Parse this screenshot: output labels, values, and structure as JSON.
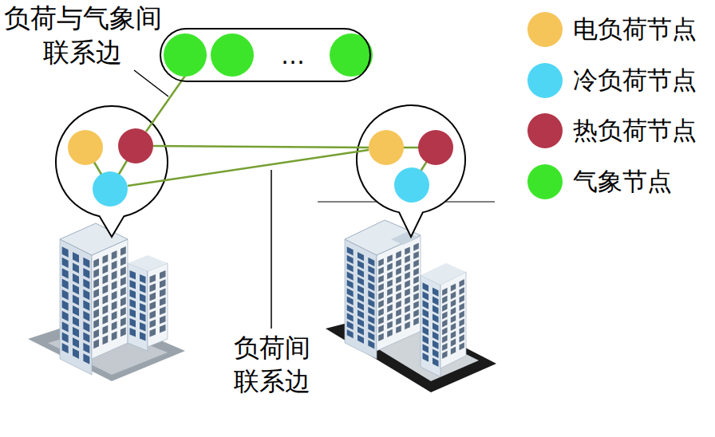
{
  "diagram": {
    "nodes": [
      {
        "text": [
          "…"
        ]
      }
    ],
    "labels": [
      "负荷与气象间 联系边",
      "负荷间 联系边"
    ],
    "legend": [
      {
        "text": "电负荷节点",
        "color": "#f5c55a"
      },
      {
        "text": "冷负荷节点",
        "color": "#4fd6f5"
      },
      {
        "text": "热负荷节点",
        "color": "#b3364a"
      },
      {
        "text": "气象节点",
        "color": "#3de52a"
      }
    ]
  }
}
